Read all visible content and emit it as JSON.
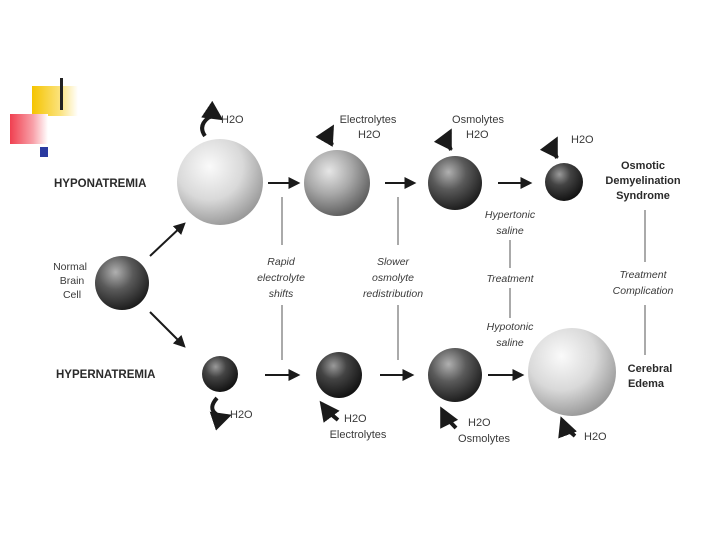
{
  "colors": {
    "accent_yellow": "#f5c400",
    "accent_red": "#f04050",
    "accent_blue": "#2a3aa0",
    "sphere_light": "#ececec",
    "sphere_dark": "#303030"
  },
  "labels": {
    "hyponatremia": "HYPONATREMIA",
    "hypernatremia": "HYPERNATREMIA",
    "normal": [
      "Normal",
      "Brain",
      "Cell"
    ],
    "h2o": "H2O",
    "electrolytes": "Electrolytes",
    "osmolytes": "Osmolytes",
    "rapid": [
      "Rapid",
      "electrolyte",
      "shifts"
    ],
    "slower": [
      "Slower",
      "osmolyte",
      "redistribution"
    ],
    "hypertonic": [
      "Hypertonic",
      "saline"
    ],
    "treatment": "Treatment",
    "hypotonic": [
      "Hypotonic",
      "saline"
    ],
    "ods": [
      "Osmotic",
      "Demyelination",
      "Syndrome"
    ],
    "treatment_complication": [
      "Treatment",
      "Complication"
    ],
    "cerebral_edema": [
      "Cerebral",
      "Edema"
    ]
  }
}
